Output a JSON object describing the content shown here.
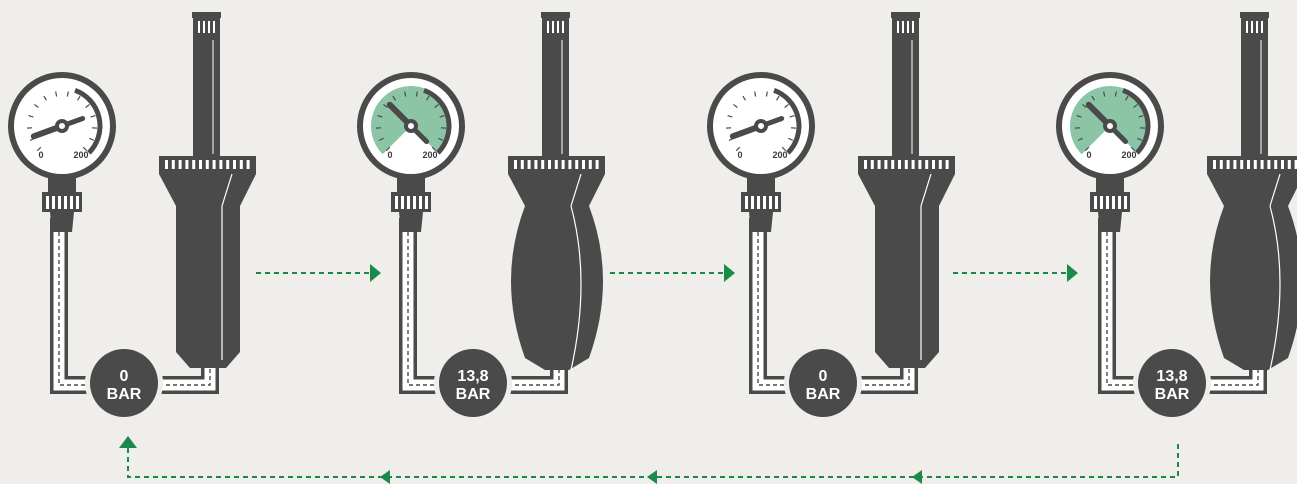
{
  "colors": {
    "background": "#f0eeea",
    "dark": "#4a4a4a",
    "accent_green": "#1a8a4a",
    "gauge_fill": "#8cc5a6",
    "white": "#ffffff"
  },
  "stages": [
    {
      "pressure_value": "0",
      "unit": "BAR",
      "gauge_min": "0",
      "gauge_max": "200",
      "state": "relaxed",
      "gauge_shaded": false
    },
    {
      "pressure_value": "13,8",
      "unit": "BAR",
      "gauge_min": "0",
      "gauge_max": "200",
      "state": "expanded",
      "gauge_shaded": true
    },
    {
      "pressure_value": "0",
      "unit": "BAR",
      "gauge_min": "0",
      "gauge_max": "200",
      "state": "relaxed",
      "gauge_shaded": false
    },
    {
      "pressure_value": "13,8",
      "unit": "BAR",
      "gauge_min": "0",
      "gauge_max": "200",
      "state": "expanded",
      "gauge_shaded": true
    }
  ],
  "flow": {
    "forward_arrows": 3,
    "return_arrow": true
  }
}
